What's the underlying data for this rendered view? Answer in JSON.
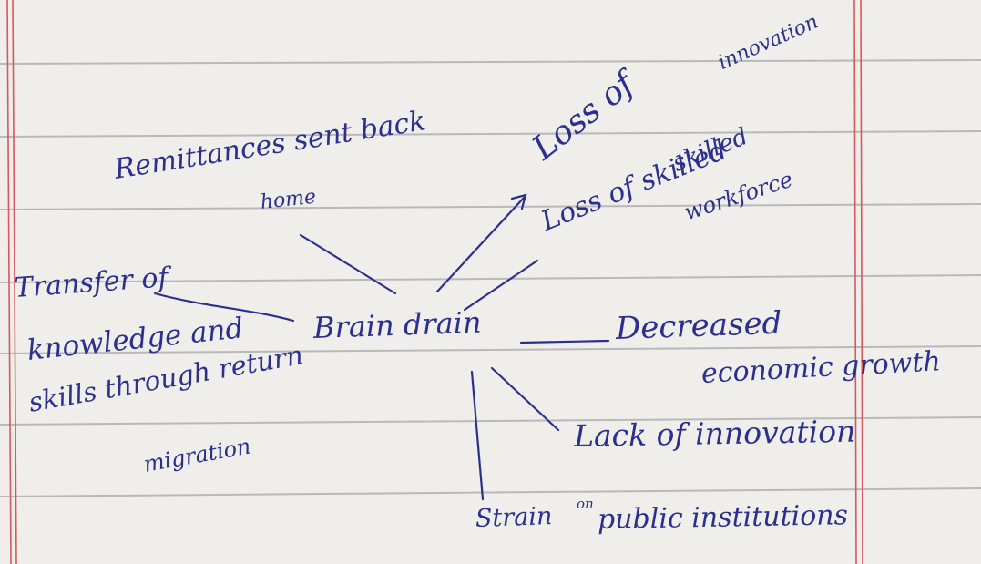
{
  "colors": {
    "paper": "#efeeea",
    "rule_line": "#b9b9b9",
    "margin_line": "#d9575e",
    "ink": "#2b2f8f"
  },
  "diagram": {
    "center": "Brain drain",
    "labels": {
      "remittances": "Remittances sent back",
      "remittances_cont": "home",
      "innovation_top": "innovation",
      "loss_of": "Loss of",
      "skilled": "skilled",
      "loss_of_skilled": "Loss of skilled",
      "workforce": "workforce",
      "transfer_1": "Transfer of",
      "transfer_2": "knowledge and",
      "transfer_3": "skills through return",
      "transfer_4": "migration",
      "decreased": "Decreased",
      "economic_growth": "economic growth",
      "lack_of_innovation": "Lack of innovation",
      "strain": "Strain",
      "on": "on",
      "public_institutions": "public institutions"
    }
  }
}
